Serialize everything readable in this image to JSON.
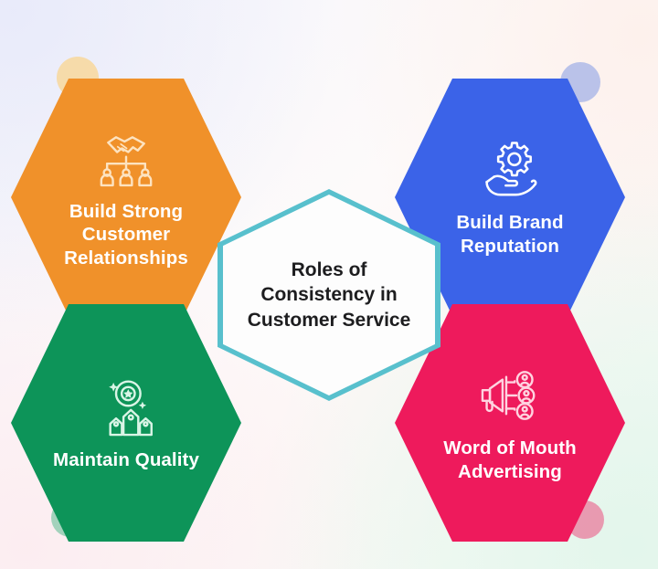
{
  "diagram": {
    "title": "Roles of Consistency in Customer Service",
    "center": {
      "label": "Roles of\nConsistency in\nCustomer Service",
      "border_color": "#58c0cd",
      "fill_color": "#ffffff",
      "text_color": "#1d1d1f"
    },
    "nodes": [
      {
        "id": "build-strong-customer-relationships",
        "label": "Build Strong\nCustomer\nRelationships",
        "color": "#f0912a",
        "position": "top-left",
        "icon": "handshake-org-chart-icon"
      },
      {
        "id": "build-brand-reputation",
        "label": "Build Brand\nReputation",
        "color": "#3b63e8",
        "position": "top-right",
        "icon": "gear-in-hand-icon"
      },
      {
        "id": "maintain-quality",
        "label": "Maintain Quality",
        "color": "#0d9459",
        "position": "bottom-left",
        "icon": "quality-badge-tags-icon"
      },
      {
        "id": "word-of-mouth-advertising",
        "label": "Word of Mouth\nAdvertising",
        "color": "#ee1a5c",
        "position": "bottom-right",
        "icon": "megaphone-people-icon"
      }
    ],
    "decorations": [
      {
        "id": "circle-top-left",
        "color": "#f8d79b"
      },
      {
        "id": "circle-top-right",
        "color": "#b3bce8"
      },
      {
        "id": "circle-bottom-left",
        "color": "#93ccb3"
      },
      {
        "id": "circle-bottom-right",
        "color": "#e98aa6"
      }
    ]
  }
}
